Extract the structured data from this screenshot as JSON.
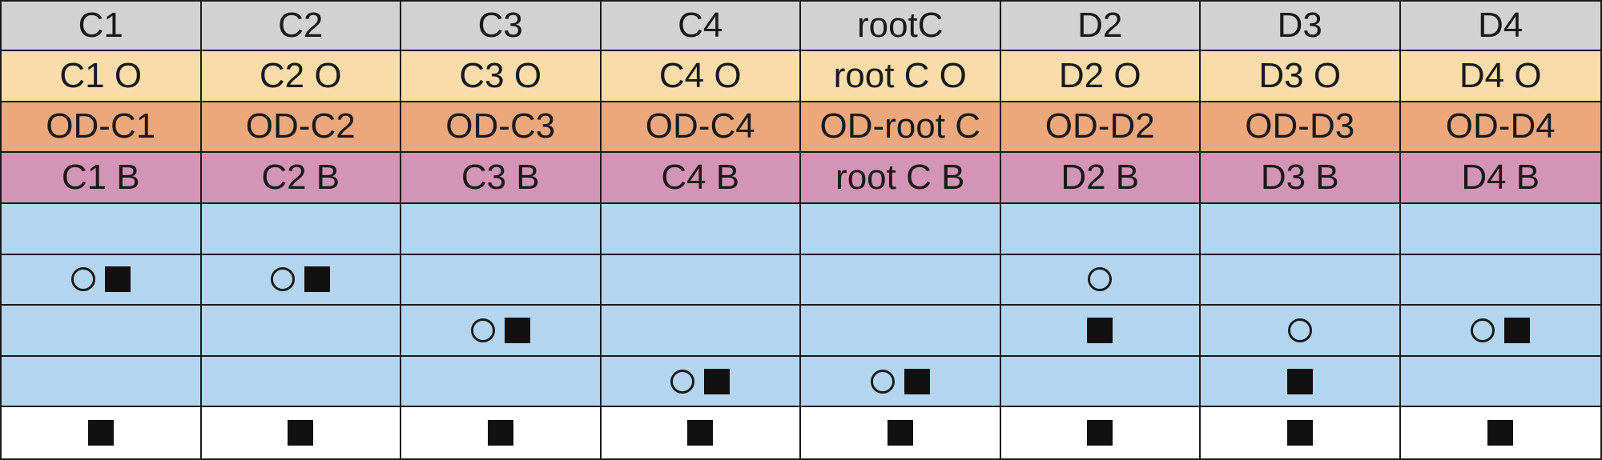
{
  "columns": [
    "C1",
    "C2",
    "C3",
    "C4",
    "rootC",
    "D2",
    "D3",
    "D4"
  ],
  "row_o": [
    "C1 O",
    "C2 O",
    "C3 O",
    "C4 O",
    "root C O",
    "D2 O",
    "D3 O",
    "D4 O"
  ],
  "row_od": [
    "OD-C1",
    "OD-C2",
    "OD-C3",
    "OD-C4",
    "OD-root C",
    "OD-D2",
    "OD-D3",
    "OD-D4"
  ],
  "row_b": [
    "C1 B",
    "C2 B",
    "C3 B",
    "C4 B",
    "root C B",
    "D2 B",
    "D3 B",
    "D4 B"
  ],
  "symbol_rows": [
    [
      "",
      "",
      "",
      "",
      "",
      "",
      "",
      ""
    ],
    [
      "circle+square",
      "circle+square",
      "",
      "",
      "",
      "circle",
      "",
      ""
    ],
    [
      "",
      "",
      "circle+square",
      "",
      "",
      "square",
      "circle",
      "circle+square"
    ],
    [
      "",
      "",
      "",
      "circle+square",
      "circle+square",
      "",
      "square",
      ""
    ],
    [
      "square",
      "square",
      "square",
      "square",
      "square",
      "square",
      "square",
      "square"
    ]
  ],
  "colors": {
    "header": "#d2d2d3",
    "o_row": "#f8dcaa",
    "od_row": "#eca77d",
    "b_row": "#d494b5",
    "blue_rows": "#b4d5ef",
    "bottom_row": "#ffffff"
  },
  "icons": {
    "circle": "crescent-circle-icon",
    "square": "filled-square-icon"
  }
}
